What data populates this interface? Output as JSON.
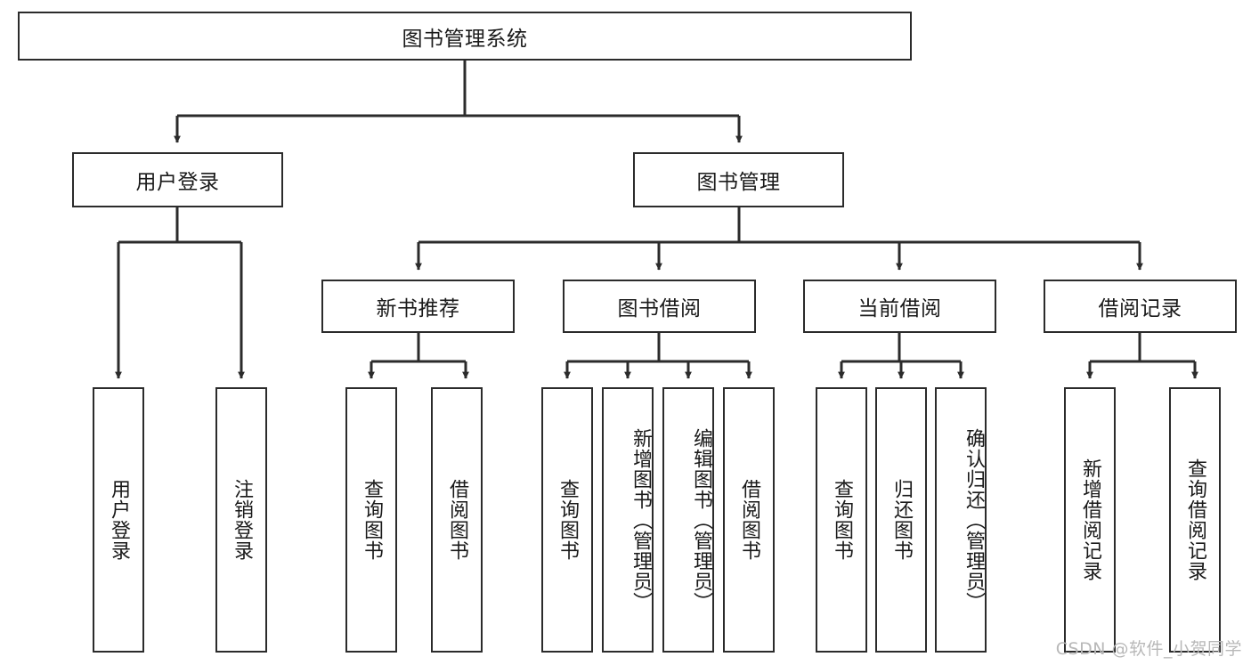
{
  "diagram": {
    "type": "tree-hierarchy",
    "title": "图书管理系统",
    "watermark": "CSDN @软件_小贺同学",
    "colors": {
      "stroke": "#2b2b2b",
      "fill": "#ffffff",
      "text": "#1a1a1a",
      "watermark": "#b8b8b8"
    },
    "levels": [
      {
        "level": 0,
        "nodes": [
          {
            "id": "root",
            "label": "图书管理系统",
            "orientation": "horizontal"
          }
        ]
      },
      {
        "level": 1,
        "nodes": [
          {
            "id": "user-login",
            "label": "用户登录",
            "orientation": "horizontal",
            "parent": "root"
          },
          {
            "id": "book-manage",
            "label": "图书管理",
            "orientation": "horizontal",
            "parent": "root"
          }
        ]
      },
      {
        "level": 2,
        "nodes": [
          {
            "id": "new-book-rec",
            "label": "新书推荐",
            "orientation": "horizontal",
            "parent": "book-manage"
          },
          {
            "id": "book-borrow",
            "label": "图书借阅",
            "orientation": "horizontal",
            "parent": "book-manage"
          },
          {
            "id": "current-borrow",
            "label": "当前借阅",
            "orientation": "horizontal",
            "parent": "book-manage"
          },
          {
            "id": "borrow-record",
            "label": "借阅记录",
            "orientation": "horizontal",
            "parent": "book-manage"
          }
        ]
      },
      {
        "level": 3,
        "nodes": [
          {
            "id": "leaf-user-login",
            "label": "用户登录",
            "orientation": "vertical",
            "parent": "user-login"
          },
          {
            "id": "leaf-logout",
            "label": "注销登录",
            "orientation": "vertical",
            "parent": "user-login"
          },
          {
            "id": "leaf-query-book-1",
            "label": "查询图书",
            "orientation": "vertical",
            "parent": "new-book-rec"
          },
          {
            "id": "leaf-borrow-book-1",
            "label": "借阅图书",
            "orientation": "vertical",
            "parent": "new-book-rec"
          },
          {
            "id": "leaf-query-book-2",
            "label": "查询图书",
            "orientation": "vertical",
            "parent": "book-borrow"
          },
          {
            "id": "leaf-add-book",
            "label": "新增图书（管理员）",
            "orientation": "vertical",
            "parent": "book-borrow"
          },
          {
            "id": "leaf-edit-book",
            "label": "编辑图书（管理员）",
            "orientation": "vertical",
            "parent": "book-borrow"
          },
          {
            "id": "leaf-borrow-book-2",
            "label": "借阅图书",
            "orientation": "vertical",
            "parent": "book-borrow"
          },
          {
            "id": "leaf-query-book-3",
            "label": "查询图书",
            "orientation": "vertical",
            "parent": "current-borrow"
          },
          {
            "id": "leaf-return-book",
            "label": "归还图书",
            "orientation": "vertical",
            "parent": "current-borrow"
          },
          {
            "id": "leaf-confirm-return",
            "label": "确认归还（管理员）",
            "orientation": "vertical",
            "parent": "current-borrow"
          },
          {
            "id": "leaf-add-record",
            "label": "新增借阅记录",
            "orientation": "vertical",
            "parent": "borrow-record"
          },
          {
            "id": "leaf-query-record",
            "label": "查询借阅记录",
            "orientation": "vertical",
            "parent": "borrow-record"
          }
        ]
      }
    ]
  }
}
